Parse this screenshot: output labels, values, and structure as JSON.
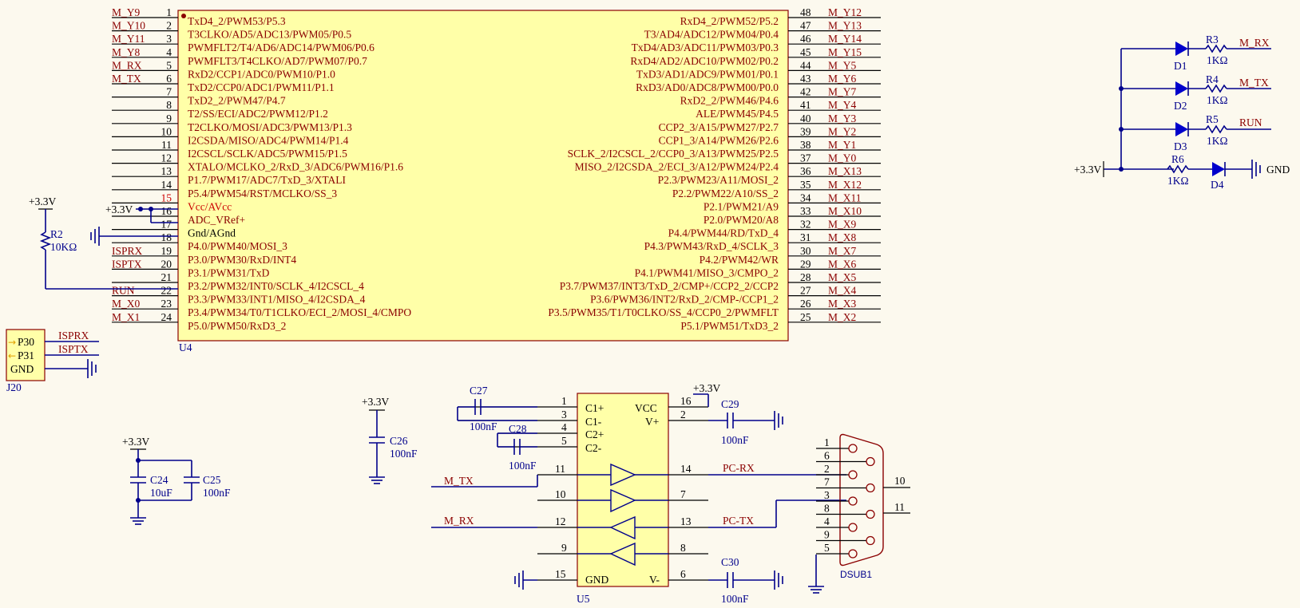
{
  "u4": {
    "ref": "U4",
    "left_pins": [
      {
        "net": "M_Y9",
        "num": "1",
        "fn": "TxD4_2/PWM53/P5.3"
      },
      {
        "net": "M_Y10",
        "num": "2",
        "fn": "T3CLKO/AD5/ADC13/PWM05/P0.5"
      },
      {
        "net": "M_Y11",
        "num": "3",
        "fn": "PWMFLT2/T4/AD6/ADC14/PWM06/P0.6"
      },
      {
        "net": "M_Y8",
        "num": "4",
        "fn": "PWMFLT3/T4CLKO/AD7/PWM07/P0.7"
      },
      {
        "net": "M_RX",
        "num": "5",
        "fn": "RxD2/CCP1/ADC0/PWM10/P1.0"
      },
      {
        "net": "M_TX",
        "num": "6",
        "fn": "TxD2/CCP0/ADC1/PWM11/P1.1"
      },
      {
        "net": "",
        "num": "7",
        "fn": "TxD2_2/PWM47/P4.7"
      },
      {
        "net": "",
        "num": "8",
        "fn": "T2/SS/ECI/ADC2/PWM12/P1.2"
      },
      {
        "net": "",
        "num": "9",
        "fn": "T2CLKO/MOSI/ADC3/PWM13/P1.3"
      },
      {
        "net": "",
        "num": "10",
        "fn": "I2CSDA/MISO/ADC4/PWM14/P1.4"
      },
      {
        "net": "",
        "num": "11",
        "fn": "I2CSCL/SCLK/ADC5/PWM15/P1.5"
      },
      {
        "net": "",
        "num": "12",
        "fn": "XTALO/MCLKO_2/RxD_3/ADC6/PWM16/P1.6"
      },
      {
        "net": "",
        "num": "13",
        "fn": "P1.7/PWM17/ADC7/TxD_3/XTALI"
      },
      {
        "net": "",
        "num": "14",
        "fn": "P5.4/PWM54/RST/MCLKO/SS_3"
      },
      {
        "net": "",
        "num": "15",
        "fn": "Vcc/AVcc"
      },
      {
        "net": "",
        "num": "16",
        "fn": "ADC_VRef+"
      },
      {
        "net": "",
        "num": "17",
        "fn": "Gnd/AGnd"
      },
      {
        "net": "",
        "num": "18",
        "fn": "P4.0/PWM40/MOSI_3"
      },
      {
        "net": "ISPRX",
        "num": "19",
        "fn": "P3.0/PWM30/RxD/INT4"
      },
      {
        "net": "ISPTX",
        "num": "20",
        "fn": "P3.1/PWM31/TxD"
      },
      {
        "net": "",
        "num": "21",
        "fn": "P3.2/PWM32/INT0/SCLK_4/I2CSCL_4"
      },
      {
        "net": "RUN",
        "num": "22",
        "fn": "P3.3/PWM33/INT1/MISO_4/I2CSDA_4"
      },
      {
        "net": "M_X0",
        "num": "23",
        "fn": "P3.4/PWM34/T0/T1CLKO/ECI_2/MOSI_4/CMPO"
      },
      {
        "net": "M_X1",
        "num": "24",
        "fn": "P5.0/PWM50/RxD3_2"
      }
    ],
    "right_pins": [
      {
        "net": "M_Y12",
        "num": "48",
        "fn": "RxD4_2/PWM52/P5.2"
      },
      {
        "net": "M_Y13",
        "num": "47",
        "fn": "T3/AD4/ADC12/PWM04/P0.4"
      },
      {
        "net": "M_Y14",
        "num": "46",
        "fn": "TxD4/AD3/ADC11/PWM03/P0.3"
      },
      {
        "net": "M_Y15",
        "num": "45",
        "fn": "RxD4/AD2/ADC10/PWM02/P0.2"
      },
      {
        "net": "M_Y5",
        "num": "44",
        "fn": "TxD3/AD1/ADC9/PWM01/P0.1"
      },
      {
        "net": "M_Y6",
        "num": "43",
        "fn": "RxD3/AD0/ADC8/PWM00/P0.0"
      },
      {
        "net": "M_Y7",
        "num": "42",
        "fn": "RxD2_2/PWM46/P4.6"
      },
      {
        "net": "M_Y4",
        "num": "41",
        "fn": "ALE/PWM45/P4.5"
      },
      {
        "net": "M_Y3",
        "num": "40",
        "fn": "CCP2_3/A15/PWM27/P2.7"
      },
      {
        "net": "M_Y2",
        "num": "39",
        "fn": "CCP1_3/A14/PWM26/P2.6"
      },
      {
        "net": "M_Y1",
        "num": "38",
        "fn": "SCLK_2/I2CSCL_2/CCP0_3/A13/PWM25/P2.5"
      },
      {
        "net": "M_Y0",
        "num": "37",
        "fn": "MISO_2/I2CSDA_2/ECI_3/A12/PWM24/P2.4"
      },
      {
        "net": "M_X13",
        "num": "36",
        "fn": "P2.3/PWM23/A11/MOSI_2"
      },
      {
        "net": "M_X12",
        "num": "35",
        "fn": "P2.2/PWM22/A10/SS_2"
      },
      {
        "net": "M_X11",
        "num": "34",
        "fn": "P2.1/PWM21/A9"
      },
      {
        "net": "M_X10",
        "num": "33",
        "fn": "P2.0/PWM20/A8"
      },
      {
        "net": "M_X9",
        "num": "32",
        "fn": "P4.4/PWM44/RD/TxD_4"
      },
      {
        "net": "M_X8",
        "num": "31",
        "fn": "P4.3/PWM43/RxD_4/SCLK_3"
      },
      {
        "net": "M_X7",
        "num": "30",
        "fn": "P4.2/PWM42/WR"
      },
      {
        "net": "M_X6",
        "num": "29",
        "fn": "P4.1/PWM41/MISO_3/CMPO_2"
      },
      {
        "net": "M_X5",
        "num": "28",
        "fn": "P3.7/PWM37/INT3/TxD_2/CMP+/CCP2_2/CCP2"
      },
      {
        "net": "M_X4",
        "num": "27",
        "fn": "P3.6/PWM36/INT2/RxD_2/CMP-/CCP1_2"
      },
      {
        "net": "M_X3",
        "num": "26",
        "fn": "P3.5/PWM35/T1/T0CLKO/SS_4/CCP0_2/PWMFLT"
      },
      {
        "net": "M_X2",
        "num": "25",
        "fn": "P5.1/PWM51/TxD3_2"
      }
    ]
  },
  "power": {
    "v33": "+3.3V",
    "gnd": "GND"
  },
  "r2": {
    "ref": "R2",
    "value": "10KΩ"
  },
  "j20": {
    "ref": "J20",
    "pins": [
      "P30",
      "P31",
      "GND"
    ],
    "nets": [
      "ISPRX",
      "ISPTX"
    ]
  },
  "c24": {
    "ref": "C24",
    "value": "10uF"
  },
  "c25": {
    "ref": "C25",
    "value": "100nF"
  },
  "c26": {
    "ref": "C26",
    "value": "100nF"
  },
  "leds": {
    "d1": "D1",
    "d2": "D2",
    "d3": "D3",
    "d4": "D4",
    "r3": "R3",
    "r4": "R4",
    "r5": "R5",
    "r6": "R6",
    "rval": "1KΩ",
    "n1": "M_RX",
    "n2": "M_TX",
    "n3": "RUN"
  },
  "u5": {
    "ref": "U5",
    "c1p": "C1+",
    "c1m": "C1-",
    "c2p": "C2+",
    "c2m": "C2-",
    "vcc": "VCC",
    "vp": "V+",
    "gnd": "GND",
    "vm": "V-",
    "nums": {
      "p1": "1",
      "p3": "3",
      "p4": "4",
      "p5": "5",
      "p11": "11",
      "p10": "10",
      "p12": "12",
      "p9": "9",
      "p15": "15",
      "p16": "16",
      "p2": "2",
      "p14": "14",
      "p7": "7",
      "p13": "13",
      "p8": "8",
      "p6": "6"
    },
    "m_tx": "M_TX",
    "m_rx": "M_RX",
    "pc_rx": "PC-RX",
    "pc_tx": "PC-TX"
  },
  "caps_u5": {
    "c27": "C27",
    "c28": "C28",
    "c29": "C29",
    "c30": "C30",
    "val": "100nF"
  },
  "dsub": {
    "ref": "DSUB1",
    "pins": [
      "1",
      "6",
      "2",
      "7",
      "3",
      "8",
      "4",
      "9",
      "5"
    ],
    "shell": [
      "10",
      "11"
    ]
  }
}
